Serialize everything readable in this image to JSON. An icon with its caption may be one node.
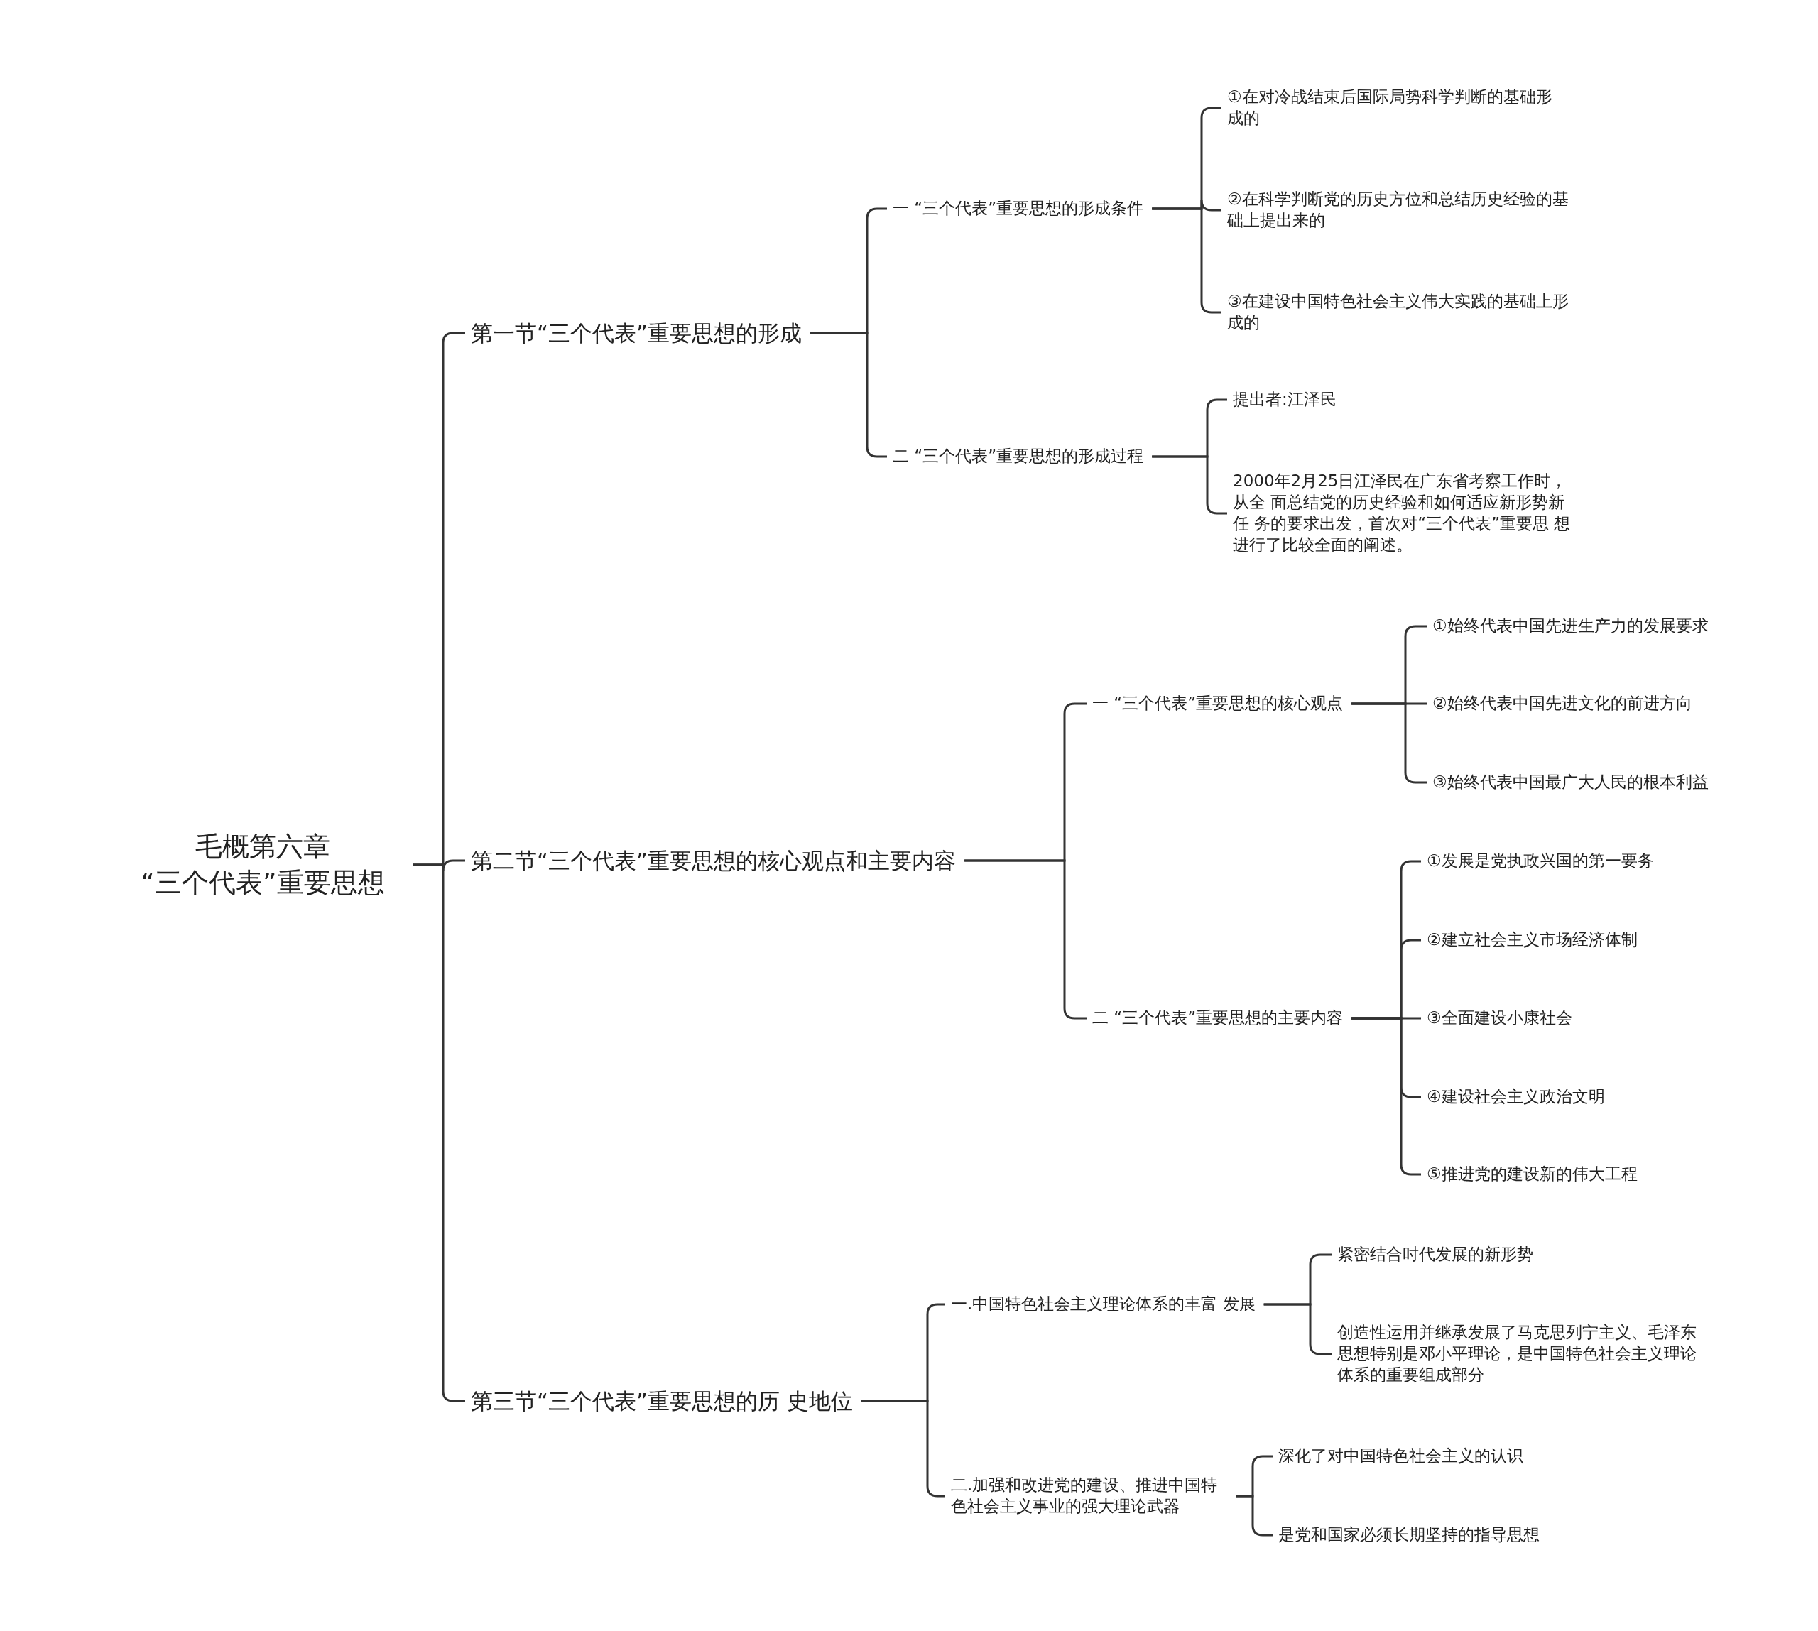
{
  "diagram": {
    "nodes": [
      {
        "text": [
          "毛概第六章“三个代表”重要思想"
        ]
      },
      {
        "text": [
          "第一节“三个代表”重要思想的形成"
        ]
      },
      {
        "text": [
          "一 “三个代表”重要思想的形成条件"
        ]
      },
      {
        "text": [
          "①在对冷战结束后国际局势科学判断的基础形成的"
        ]
      },
      {
        "text": [
          "②在科学判断党的历史方位和总结历史经验的基础上提出来的"
        ]
      },
      {
        "text": [
          "③在建设中国特色社会主义伟大实践的基础上形成的"
        ]
      },
      {
        "text": [
          "二 “三个代表”重要思想的形成过程"
        ]
      },
      {
        "text": [
          "提出者:江泽民"
        ]
      },
      {
        "text": [
          "2000年2月25日江泽民在广东省考察工作时，从全 面总结党的历史经验和如何适应新形势新任 务的要求出发，首次对“三个代表”重要思 想进行了比较全面的阐述。"
        ]
      },
      {
        "text": [
          "第二节“三个代表”重要思想的核心观点和主要内容"
        ]
      },
      {
        "text": [
          "一 “三个代表”重要思想的核心观点"
        ]
      },
      {
        "text": [
          "①始终代表中国先进生产力的发展要求"
        ]
      },
      {
        "text": [
          "②始终代表中国先进文化的前进方向"
        ]
      },
      {
        "text": [
          "③始终代表中国最广大人民的根本利益"
        ]
      },
      {
        "text": [
          "二 “三个代表”重要思想的主要内容"
        ]
      },
      {
        "text": [
          "①发展是党执政兴国的第一要务"
        ]
      },
      {
        "text": [
          "②建立社会主义市场经济体制"
        ]
      },
      {
        "text": [
          "③全面建设小康社会"
        ]
      },
      {
        "text": [
          "④建设社会主义政治文明"
        ]
      },
      {
        "text": [
          "⑤推进党的建设新的伟大工程"
        ]
      },
      {
        "text": [
          "第三节“三个代表”重要思想的历 史地位"
        ]
      },
      {
        "text": [
          "一.中国特色社会主义理论体系的丰富 发展"
        ]
      },
      {
        "text": [
          "紧密结合时代发展的新形势"
        ]
      },
      {
        "text": [
          "创造性运用并继承发展了马克思列宁主义、毛泽东思想特别是邓小平理论，是中国特色社会主义理论体系的重要组成部分"
        ]
      },
      {
        "text": [
          "二.加强和改进党的建设、推进中国特色社会主义事业的强大理论武器"
        ]
      },
      {
        "text": [
          "深化了对中国特色社会主义的认识"
        ]
      },
      {
        "text": [
          "是党和国家必须长期坚持的指导思想"
        ]
      }
    ],
    "edges": [
      {
        "from": 0,
        "to": 1,
        "arrow": "none"
      },
      {
        "from": 1,
        "to": 2,
        "arrow": "none"
      },
      {
        "from": 2,
        "to": 3,
        "arrow": "none"
      },
      {
        "from": 2,
        "to": 4,
        "arrow": "none"
      },
      {
        "from": 2,
        "to": 5,
        "arrow": "none"
      },
      {
        "from": 1,
        "to": 6,
        "arrow": "none"
      },
      {
        "from": 6,
        "to": 7,
        "arrow": "none"
      },
      {
        "from": 6,
        "to": 8,
        "arrow": "none"
      },
      {
        "from": 0,
        "to": 9,
        "arrow": "none"
      },
      {
        "from": 9,
        "to": 10,
        "arrow": "none"
      },
      {
        "from": 10,
        "to": 11,
        "arrow": "none"
      },
      {
        "from": 10,
        "to": 12,
        "arrow": "none"
      },
      {
        "from": 10,
        "to": 13,
        "arrow": "none"
      },
      {
        "from": 9,
        "to": 14,
        "arrow": "none"
      },
      {
        "from": 14,
        "to": 15,
        "arrow": "none"
      },
      {
        "from": 14,
        "to": 16,
        "arrow": "none"
      },
      {
        "from": 14,
        "to": 17,
        "arrow": "none"
      },
      {
        "from": 14,
        "to": 18,
        "arrow": "none"
      },
      {
        "from": 14,
        "to": 19,
        "arrow": "none"
      },
      {
        "from": 0,
        "to": 20,
        "arrow": "none"
      },
      {
        "from": 20,
        "to": 21,
        "arrow": "none"
      },
      {
        "from": 21,
        "to": 22,
        "arrow": "none"
      },
      {
        "from": 21,
        "to": 23,
        "arrow": "none"
      },
      {
        "from": 20,
        "to": 24,
        "arrow": "none"
      },
      {
        "from": 24,
        "to": 25,
        "arrow": "none"
      },
      {
        "from": 24,
        "to": 26,
        "arrow": "none"
      }
    ]
  }
}
